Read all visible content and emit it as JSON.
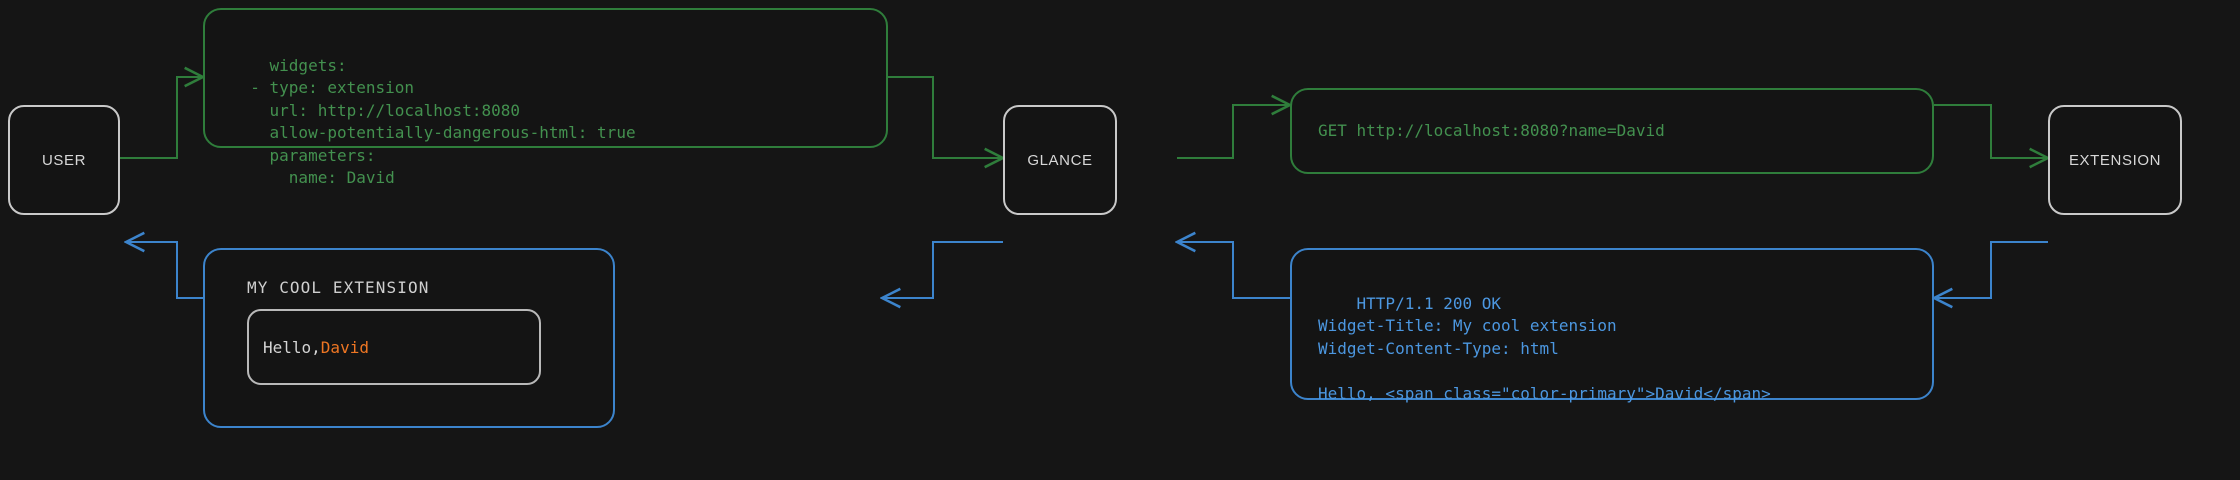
{
  "theme": {
    "background": "#151515",
    "node_border": "#c9c9c9",
    "node_text": "#d8d8d8",
    "request_green": "#43914f",
    "request_border_green": "#2f7d3b",
    "response_blue": "#4c97e0",
    "response_border_blue": "#3c84cc",
    "accent_orange": "#ee7623",
    "widget_text": "#d4d4d4"
  },
  "nodes": {
    "user": {
      "label": "USER"
    },
    "glance": {
      "label": "GLANCE"
    },
    "extension": {
      "label": "EXTENSION"
    }
  },
  "config_bubble": {
    "name": "yaml-config",
    "lines": [
      "widgets:",
      "  - type: extension",
      "    url: http://localhost:8080",
      "    allow-potentially-dangerous-html: true",
      "    parameters:",
      "      name: David"
    ],
    "text": "widgets:\n  - type: extension\n    url: http://localhost:8080\n    allow-potentially-dangerous-html: true\n    parameters:\n      name: David"
  },
  "request_bubble": {
    "name": "http-request",
    "text": "GET http://localhost:8080?name=David"
  },
  "response_bubble": {
    "name": "http-response",
    "lines": [
      "HTTP/1.1 200 OK",
      "Widget-Title: My cool extension",
      "Widget-Content-Type: html",
      "",
      "Hello, <span class=\"color-primary\">David</span>"
    ],
    "text": "HTTP/1.1 200 OK\nWidget-Title: My cool extension\nWidget-Content-Type: html\n\nHello, <span class=\"color-primary\">David</span>"
  },
  "widget_card": {
    "title": "MY COOL EXTENSION",
    "greeting_prefix": "Hello, ",
    "greeting_name": "David"
  },
  "flow": {
    "request_color": "#2f7d3b",
    "response_color": "#3c84cc",
    "request_direction": "left-to-right",
    "response_direction": "right-to-left"
  }
}
